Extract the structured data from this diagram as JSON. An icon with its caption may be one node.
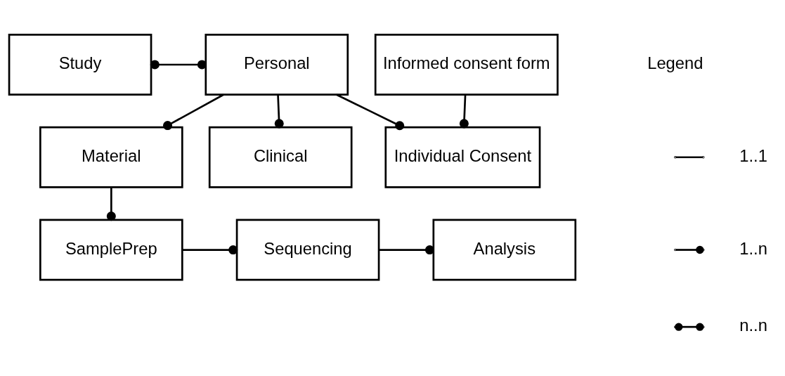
{
  "diagram": {
    "nodes": [
      {
        "text": [
          "Study"
        ]
      },
      {
        "text": [
          "Personal"
        ]
      },
      {
        "text": [
          "Informed consent form"
        ]
      },
      {
        "text": [
          "Material"
        ]
      },
      {
        "text": [
          "Clinical"
        ]
      },
      {
        "text": [
          "Individual Consent"
        ]
      },
      {
        "text": [
          "SamplePrep"
        ]
      },
      {
        "text": [
          "Sequencing"
        ]
      },
      {
        "text": [
          "Analysis"
        ]
      }
    ],
    "edges": [
      {
        "from": 0,
        "to": 1,
        "arrow": "other"
      },
      {
        "from": 1,
        "to": 3,
        "arrow": "other"
      },
      {
        "from": 1,
        "to": 4,
        "arrow": "other"
      },
      {
        "from": 1,
        "to": 5,
        "arrow": "other"
      },
      {
        "from": 2,
        "to": 5,
        "arrow": "other"
      },
      {
        "from": 3,
        "to": 6,
        "arrow": "other"
      },
      {
        "from": 6,
        "to": 7,
        "arrow": "other"
      },
      {
        "from": 7,
        "to": 8,
        "arrow": "other"
      }
    ],
    "labels": [
      "Legend"
    ],
    "legend": [
      {
        "text": "1..1"
      },
      {
        "text": "1..n"
      },
      {
        "text": "n..n"
      }
    ]
  }
}
